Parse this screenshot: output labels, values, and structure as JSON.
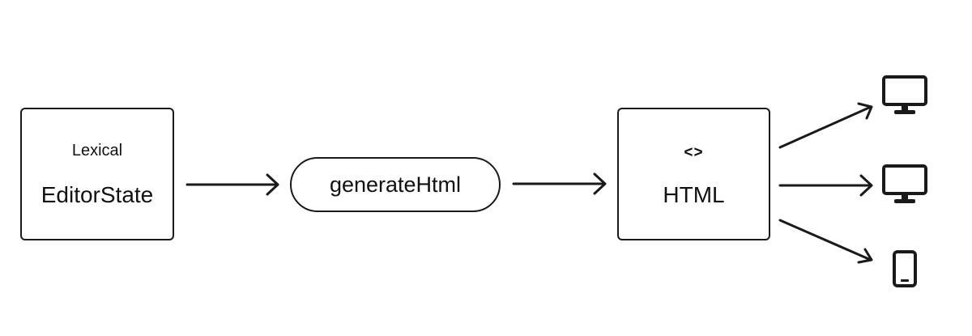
{
  "editor_state_box": {
    "caption": "Lexical",
    "title": "EditorState"
  },
  "generate_step": {
    "label": "generateHtml"
  },
  "html_box": {
    "glyph": "<>",
    "title": "HTML"
  },
  "outputs": [
    {
      "icon": "monitor-icon"
    },
    {
      "icon": "monitor-icon"
    },
    {
      "icon": "mobile-phone-icon"
    }
  ],
  "colors": {
    "stroke": "#1a1a1a",
    "background": "#ffffff"
  }
}
